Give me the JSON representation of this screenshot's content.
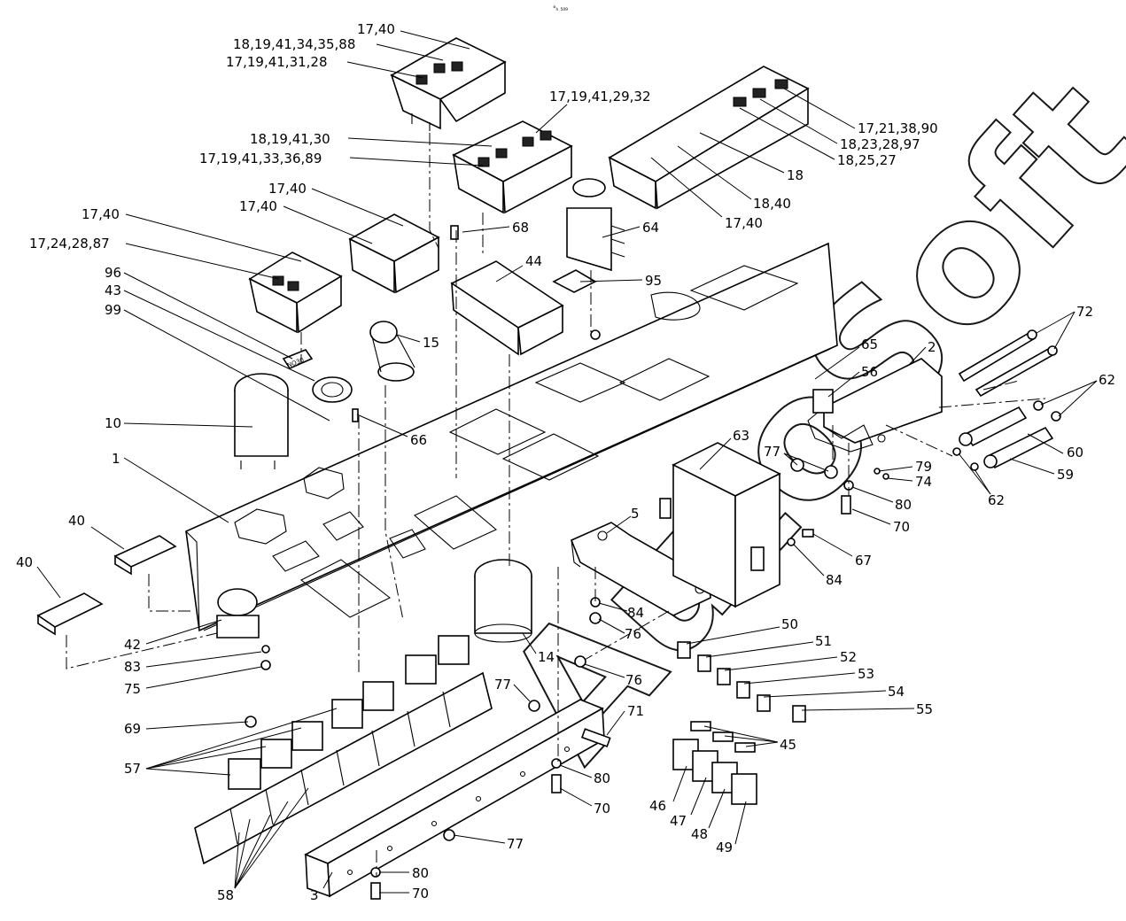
{
  "top_mark": "°ₕ ₅₀₉",
  "watermark": "AutoSoft",
  "callouts": [
    "17,40",
    "18,19,41,34,35,88",
    "17,19,41,31,28",
    "17,19,41,29,32",
    "18,19,41,30",
    "17,19,41,33,36,89",
    "17,40",
    "17,40",
    "17,40",
    "17,24,28,87",
    "96",
    "43",
    "99",
    "68",
    "64",
    "44",
    "95",
    "15",
    "17,21,38,90",
    "18,23,28,97",
    "18,25,27",
    "18",
    "18,40",
    "17,40",
    "72",
    "65",
    "2",
    "56",
    "62",
    "60",
    "59",
    "62",
    "63",
    "77",
    "79",
    "74",
    "80",
    "70",
    "67",
    "84",
    "10",
    "1",
    "66",
    "40",
    "40",
    "42",
    "83",
    "75",
    "5",
    "84",
    "76",
    "14",
    "76",
    "50",
    "51",
    "52",
    "53",
    "54",
    "55",
    "77",
    "71",
    "69",
    "57",
    "80",
    "70",
    "45",
    "46",
    "47",
    "48",
    "49",
    "77",
    "58",
    "3",
    "80",
    "70"
  ],
  "plate_text": "NO30"
}
